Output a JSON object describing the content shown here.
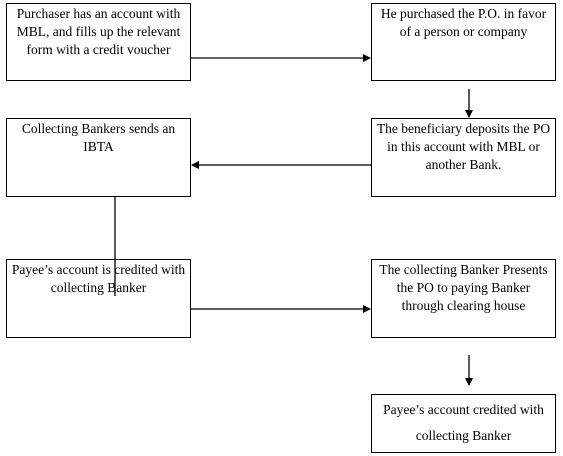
{
  "flowchart": {
    "boxes": {
      "purchaser": "Purchaser has an account with MBL, and fills up the relevant form with a credit voucher",
      "purchased": "He purchased the P.O. in favor of a person or company",
      "beneficiary": "The beneficiary deposits the PO in this account with MBL or another Bank.",
      "collecting_ibta": "Collecting Bankers sends an IBTA",
      "payee_credited": "Payee’s account is credited with collecting Banker",
      "presents": "The collecting Banker Presents the PO to paying Banker through clearing house",
      "final": "Payee’s account credited with collecting Banker"
    }
  }
}
